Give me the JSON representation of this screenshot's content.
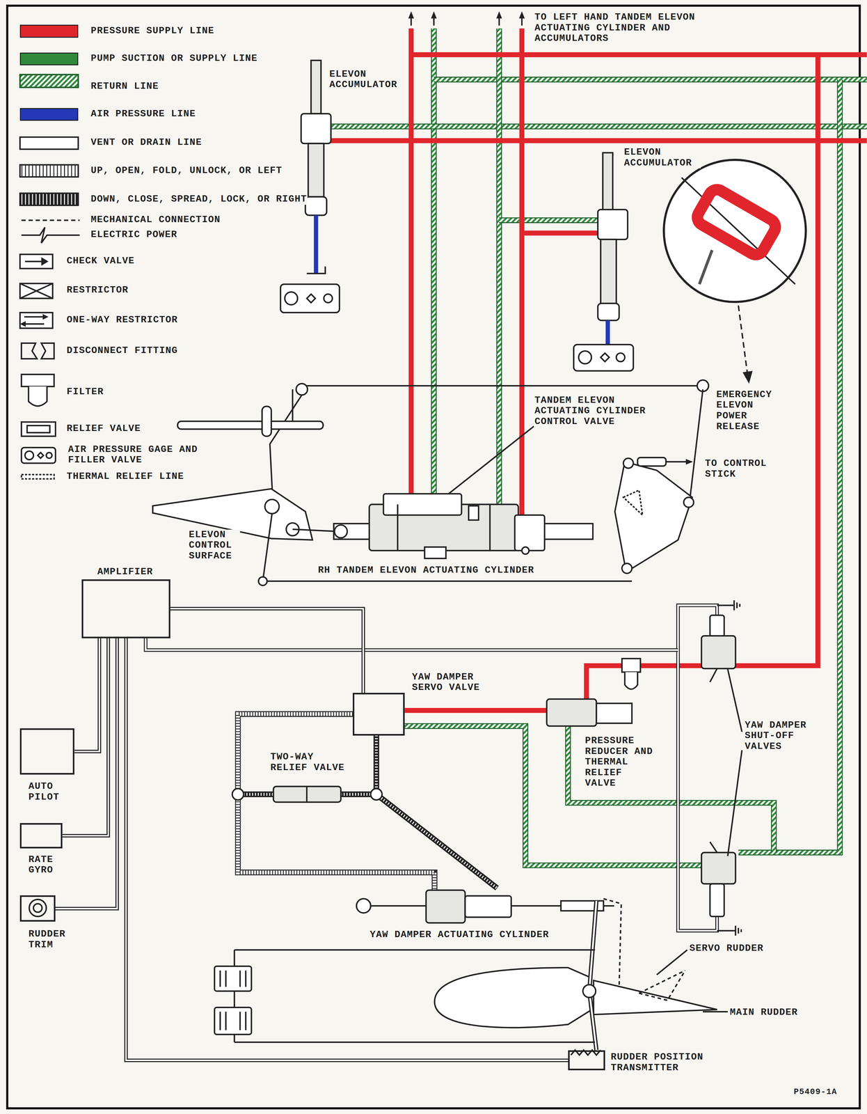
{
  "diagram": {
    "nodes": [
      {
        "text": [
          "AMPLIFIER"
        ]
      },
      {
        "text": [
          "AUTO PILOT"
        ]
      },
      {
        "text": [
          "RATE GYRO"
        ]
      },
      {
        "text": [
          "RUDDER TRIM"
        ]
      },
      {
        "text": [
          "YAW DAMPER SERVO VALVE"
        ]
      },
      {
        "text": [
          "RUDDER POSITION TRANSMITTER"
        ]
      }
    ],
    "edges": [
      {
        "from": 0,
        "to": 4,
        "arrow": "none"
      },
      {
        "from": 1,
        "to": 0,
        "arrow": "none"
      },
      {
        "from": 2,
        "to": 0,
        "arrow": "none"
      },
      {
        "from": 3,
        "to": 0,
        "arrow": "none"
      },
      {
        "from": 5,
        "to": 0,
        "arrow": "none"
      }
    ],
    "labels": [
      "TO LEFT HAND TANDEM ELEVON ACTUATING CYLINDER AND ACCUMULATORS",
      "ELEVON ACCUMULATOR",
      "ELEVON ACCUMULATOR",
      "TANDEM ELEVON ACTUATING CYLINDER CONTROL VALVE",
      "EMERGENCY ELEVON POWER RELEASE",
      "TO CONTROL STICK",
      "ELEVON CONTROL SURFACE",
      "RH TANDEM ELEVON ACTUATING CYLINDER",
      "TWO-WAY RELIEF VALVE",
      "PRESSURE REDUCER AND THERMAL RELIEF VALVE",
      "YAW DAMPER SHUT-OFF VALVES",
      "YAW DAMPER ACTUATING CYLINDER",
      "SERVO RUDDER",
      "MAIN RUDDER",
      "P5409-1A"
    ],
    "legend": [
      {
        "text": "PRESSURE SUPPLY LINE",
        "color": "#e0262c"
      },
      {
        "text": "PUMP SUCTION OR SUPPLY LINE",
        "color": "#2f8a3c"
      },
      {
        "text": "RETURN LINE"
      },
      {
        "text": "AIR PRESSURE LINE",
        "color": "#2438b8"
      },
      {
        "text": "VENT OR DRAIN LINE"
      },
      {
        "text": "UP, OPEN, FOLD, UNLOCK, OR LEFT"
      },
      {
        "text": "DOWN, CLOSE, SPREAD, LOCK, OR RIGHT"
      },
      {
        "text": "MECHANICAL CONNECTION"
      },
      {
        "text": "ELECTRIC POWER"
      },
      {
        "text": "CHECK VALVE"
      },
      {
        "text": "RESTRICTOR"
      },
      {
        "text": "ONE-WAY RESTRICTOR"
      },
      {
        "text": "DISCONNECT FITTING"
      },
      {
        "text": "FILTER"
      },
      {
        "text": "RELIEF VALVE"
      },
      {
        "text": "AIR PRESSURE GAGE AND FILLER VALVE"
      },
      {
        "text": "THERMAL RELIEF LINE"
      }
    ]
  }
}
